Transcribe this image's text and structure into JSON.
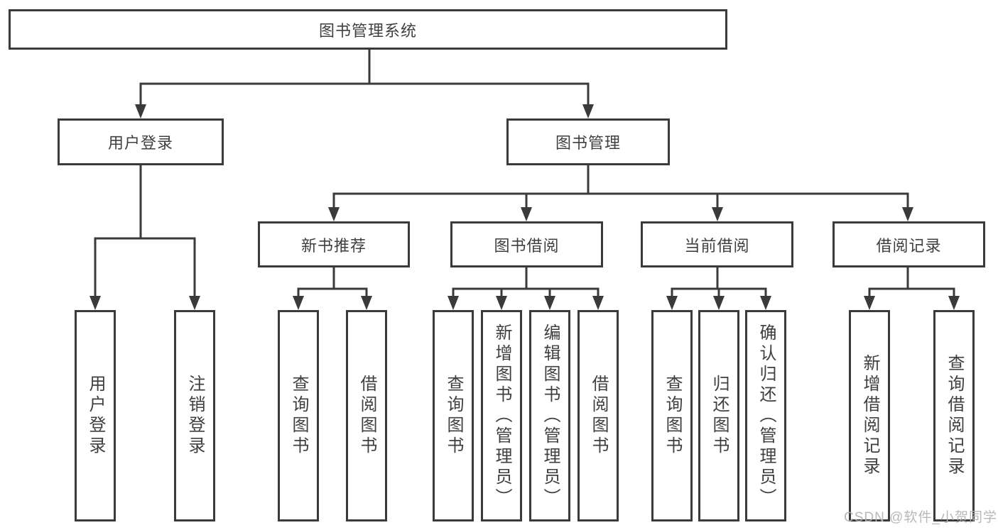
{
  "diagram": {
    "root": "图书管理系统",
    "level2": [
      {
        "label": "用户登录",
        "children": [
          "用户登录",
          "注销登录"
        ]
      },
      {
        "label": "图书管理"
      }
    ],
    "level3": [
      {
        "label": "新书推荐",
        "children": [
          "查询图书",
          "借阅图书"
        ]
      },
      {
        "label": "图书借阅",
        "children": [
          "查询图书",
          "新增图书（管理员）",
          "编辑图书（管理员）",
          "借阅图书"
        ]
      },
      {
        "label": "当前借阅",
        "children": [
          "查询图书",
          "归还图书",
          "确认归还（管理员）"
        ]
      },
      {
        "label": "借阅记录",
        "children": [
          "新增借阅记录",
          "查询借阅记录"
        ]
      }
    ]
  },
  "watermark": {
    "text": "CSDN @软件_小贺同学"
  },
  "colors": {
    "line": "#3a3a3a",
    "text": "#3f3f3f",
    "box_fill": "#ffffff",
    "watermark": "#b2b2b2",
    "background": "#ffffff"
  }
}
